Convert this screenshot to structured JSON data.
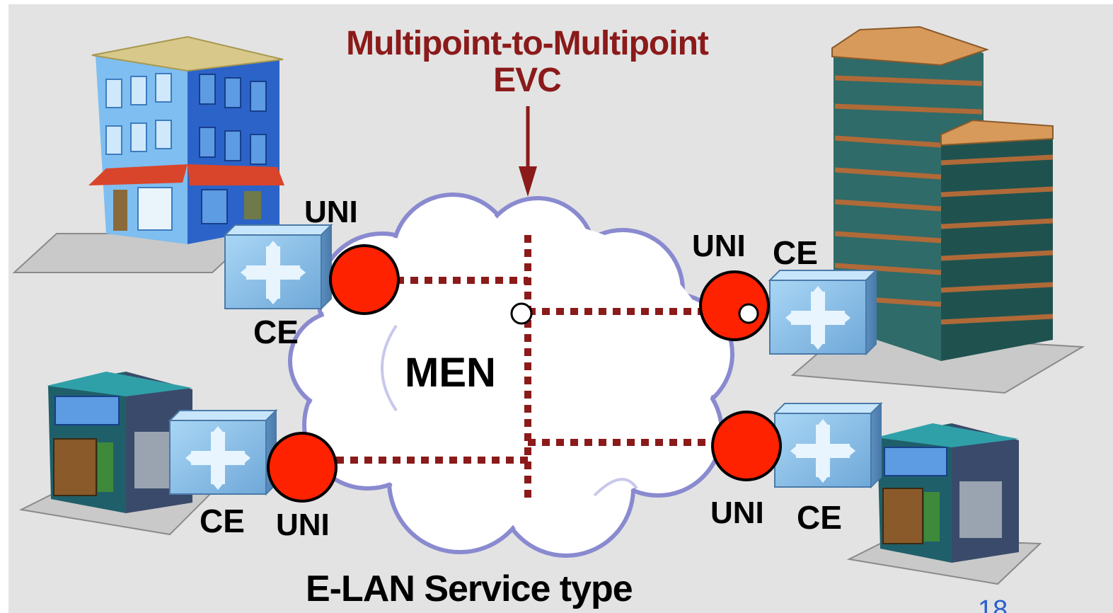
{
  "diagram": {
    "title_line1": "Multipoint-to-Multipoint",
    "title_line2": "EVC",
    "network_label": "MEN",
    "caption": "E-LAN Service type",
    "page_number": "18",
    "nodes": {
      "top_left": {
        "uni": "UNI",
        "ce": "CE"
      },
      "top_right": {
        "uni": "UNI",
        "ce": "CE"
      },
      "bottom_left": {
        "uni": "UNI",
        "ce": "CE"
      },
      "bottom_right": {
        "uni": "UNI",
        "ce": "CE"
      }
    }
  },
  "colors": {
    "title": "#8b1a1a",
    "uni_circle": "#ff2200",
    "evc_line": "#8b1a1a",
    "ce_device": "#8fc4ec",
    "cloud": "#ffffff"
  },
  "icons": [
    "office-building-icon",
    "tower-building-icon",
    "retail-store-icon",
    "ce-switch-icon",
    "cloud-icon",
    "arrow-down-icon"
  ]
}
